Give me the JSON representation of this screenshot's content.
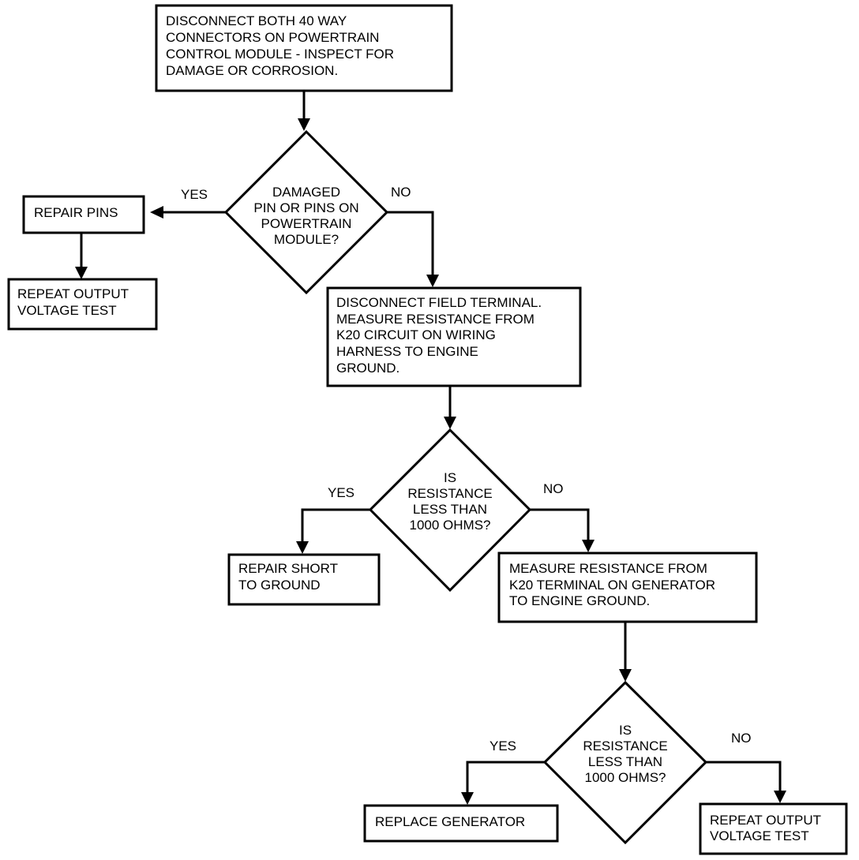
{
  "steps": {
    "disconnect_connectors": [
      "DISCONNECT BOTH 40 WAY",
      "CONNECTORS ON POWERTRAIN",
      "CONTROL MODULE - INSPECT FOR",
      "DAMAGE OR CORROSION."
    ],
    "repair_pins": [
      "REPAIR PINS"
    ],
    "repeat_test_1": [
      "REPEAT OUTPUT",
      "VOLTAGE TEST"
    ],
    "disconnect_field": [
      "DISCONNECT FIELD TERMINAL.",
      "MEASURE RESISTANCE FROM",
      "K20 CIRCUIT ON WIRING",
      "HARNESS TO ENGINE",
      "GROUND."
    ],
    "repair_short": [
      "REPAIR SHORT",
      "TO GROUND"
    ],
    "measure_generator": [
      "MEASURE RESISTANCE FROM",
      "K20 TERMINAL ON GENERATOR",
      "TO ENGINE GROUND."
    ],
    "replace_generator": [
      "REPLACE GENERATOR"
    ],
    "repeat_test_2": [
      "REPEAT OUTPUT",
      "VOLTAGE TEST"
    ]
  },
  "decisions": {
    "damaged_pins": [
      "DAMAGED",
      "PIN OR PINS ON",
      "POWERTRAIN",
      "MODULE?"
    ],
    "resistance_1": [
      "IS",
      "RESISTANCE",
      "LESS THAN",
      "1000 OHMS?"
    ],
    "resistance_2": [
      "IS",
      "RESISTANCE",
      "LESS THAN",
      "1000 OHMS?"
    ]
  },
  "branch_labels": {
    "d1_yes": "YES",
    "d1_no": "NO",
    "d2_yes": "YES",
    "d2_no": "NO",
    "d3_yes": "YES",
    "d3_no": "NO"
  }
}
